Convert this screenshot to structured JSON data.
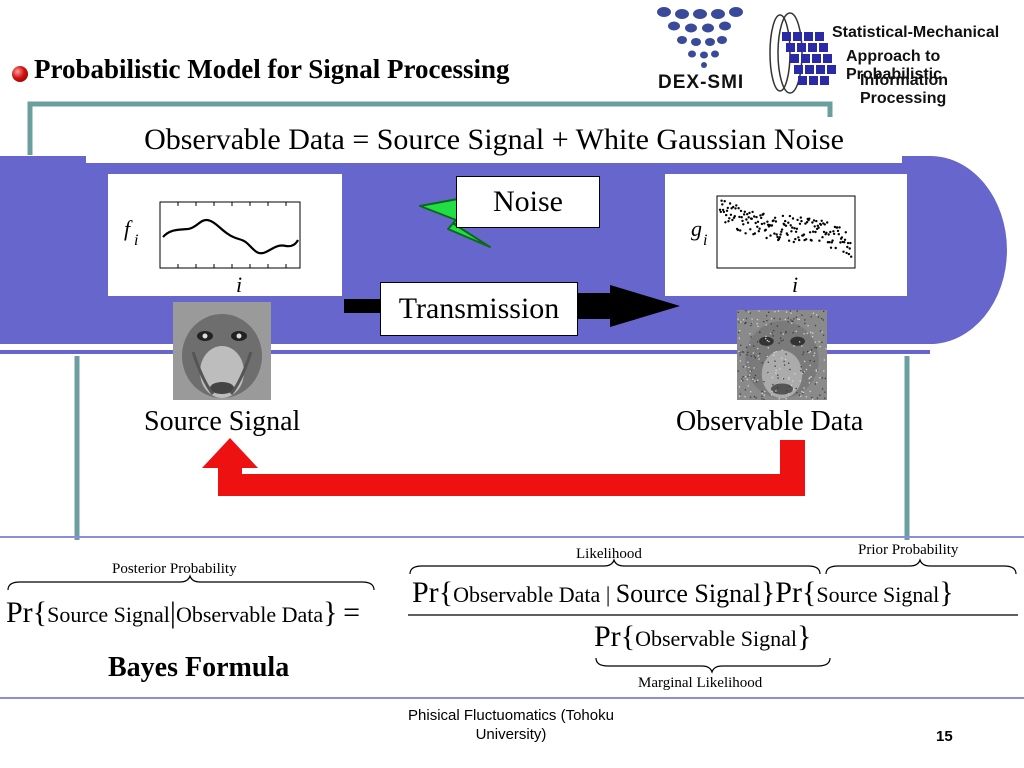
{
  "slide": {
    "title": "Probabilistic Model for Signal Processing",
    "equation": {
      "left": "Observable Data",
      "eq": "=",
      "term1": "Source Signal",
      "plus": "+",
      "term2": "White Gaussian Noise"
    },
    "diagram": {
      "source_var": "f",
      "source_sub": "i",
      "source_axis": "i",
      "observed_var": "g",
      "observed_sub": "i",
      "observed_axis": "i",
      "noise_label": "Noise",
      "transmission_label": "Transmission",
      "source_caption": "Source Signal",
      "observed_caption": "Observable Data"
    },
    "bayes": {
      "posterior_label": "Posterior Probability",
      "likelihood_label": "Likelihood",
      "prior_label": "Prior Probability",
      "marginal_label": "Marginal Likelihood",
      "pr": "Pr",
      "posterior_args": "Source Signal | Observable Data",
      "posterior_a": "Source Signal",
      "posterior_b": "Observable Data",
      "equals": "=",
      "likelihood_a": "Observable Data",
      "likelihood_sep": "|",
      "likelihood_b": "Source Signal",
      "prior_args": "Source Signal",
      "marginal_args": "Observable Signal",
      "formula_name": "Bayes Formula"
    },
    "logos": {
      "dex_smi": "DEX-SMI",
      "smapip_lines": [
        "Statistical-Mechanical",
        "Approach to Probabilistic",
        "Information Processing"
      ]
    },
    "footer": {
      "affiliation": "Phisical Fluctuomatics (Tohoku University)",
      "page_number": "15"
    },
    "colors": {
      "band": "#6666cc",
      "frame": "#6b9e9e",
      "arrow": "#ee1111",
      "bullet": "#cc1111",
      "noise_bolt": "#22dd44"
    }
  }
}
